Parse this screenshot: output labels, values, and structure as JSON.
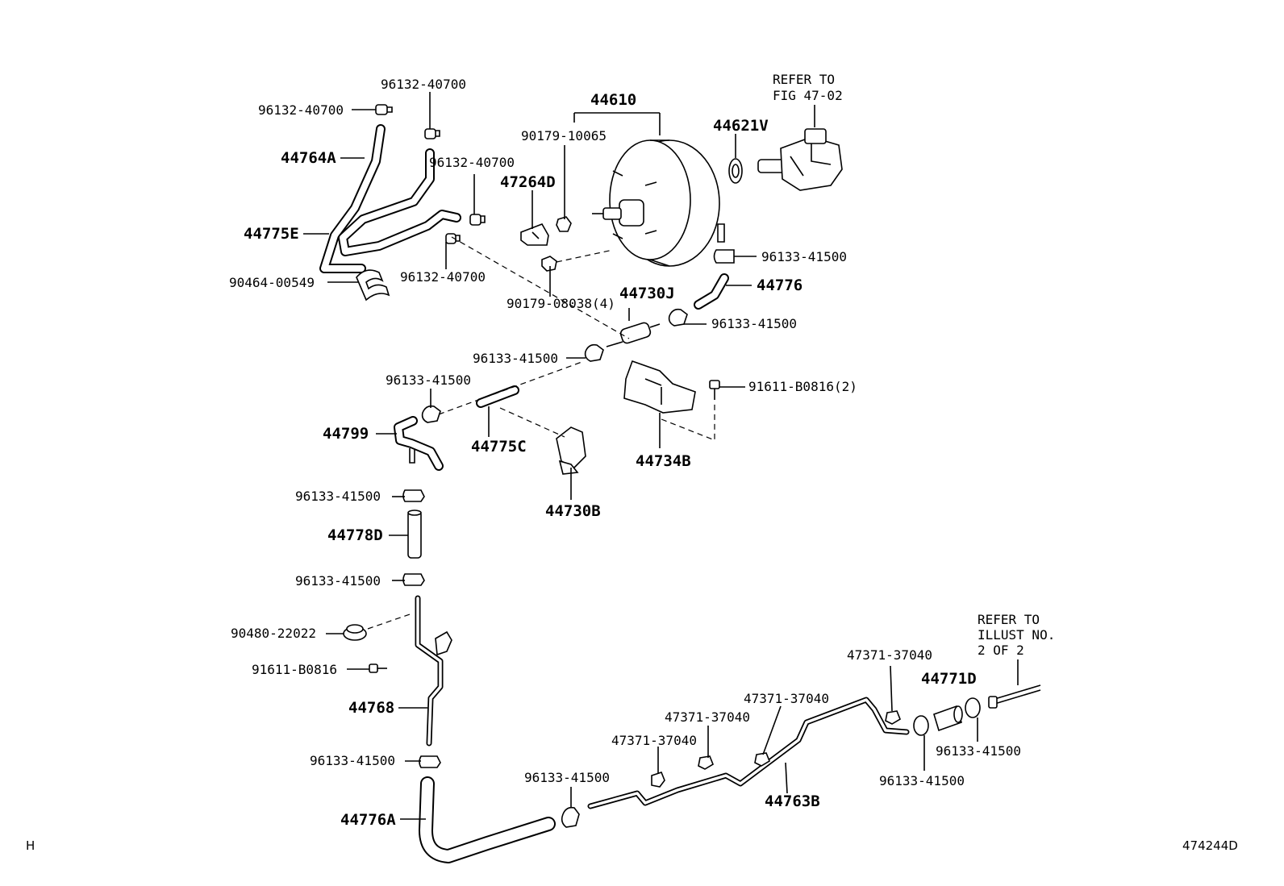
{
  "labels": {
    "p96132_40700_a": "96132-40700",
    "p96132_40700_b": "96132-40700",
    "p96132_40700_c": "96132-40700",
    "p96132_40700_d": "96132-40700",
    "p44764A": "44764A",
    "p44775E": "44775E",
    "p90464_00549": "90464-00549",
    "p44610": "44610",
    "p90179_10065": "90179-10065",
    "p47264D": "47264D",
    "p90179_08038": "90179-08038(4)",
    "p44621V": "44621V",
    "refer_fig_1": "REFER TO",
    "refer_fig_2": "FIG 47-02",
    "p96133_41500_a": "96133-41500",
    "p44776": "44776",
    "p44730J": "44730J",
    "p96133_41500_b": "96133-41500",
    "p96133_41500_c": "96133-41500",
    "p91611_B0816_2": "91611-B0816(2)",
    "p96133_41500_d": "96133-41500",
    "p44799": "44799",
    "p44775C": "44775C",
    "p44734B": "44734B",
    "p44730B": "44730B",
    "p96133_41500_e": "96133-41500",
    "p44778D": "44778D",
    "p96133_41500_f": "96133-41500",
    "p90480_22022": "90480-22022",
    "p91611_B0816": "91611-B0816",
    "p44768": "44768",
    "p96133_41500_g": "96133-41500",
    "p44776A": "44776A",
    "p96133_41500_h": "96133-41500",
    "p47371_37040_a": "47371-37040",
    "p47371_37040_b": "47371-37040",
    "p47371_37040_c": "47371-37040",
    "p47371_37040_d": "47371-37040",
    "p44763B": "44763B",
    "p44771D": "44771D",
    "p96133_41500_i": "96133-41500",
    "p96133_41500_j": "96133-41500",
    "refer_illust_1": "REFER TO",
    "refer_illust_2": "ILLUST NO.",
    "refer_illust_3": "2 OF 2",
    "corner_left": "H",
    "corner_right": "474244D"
  }
}
